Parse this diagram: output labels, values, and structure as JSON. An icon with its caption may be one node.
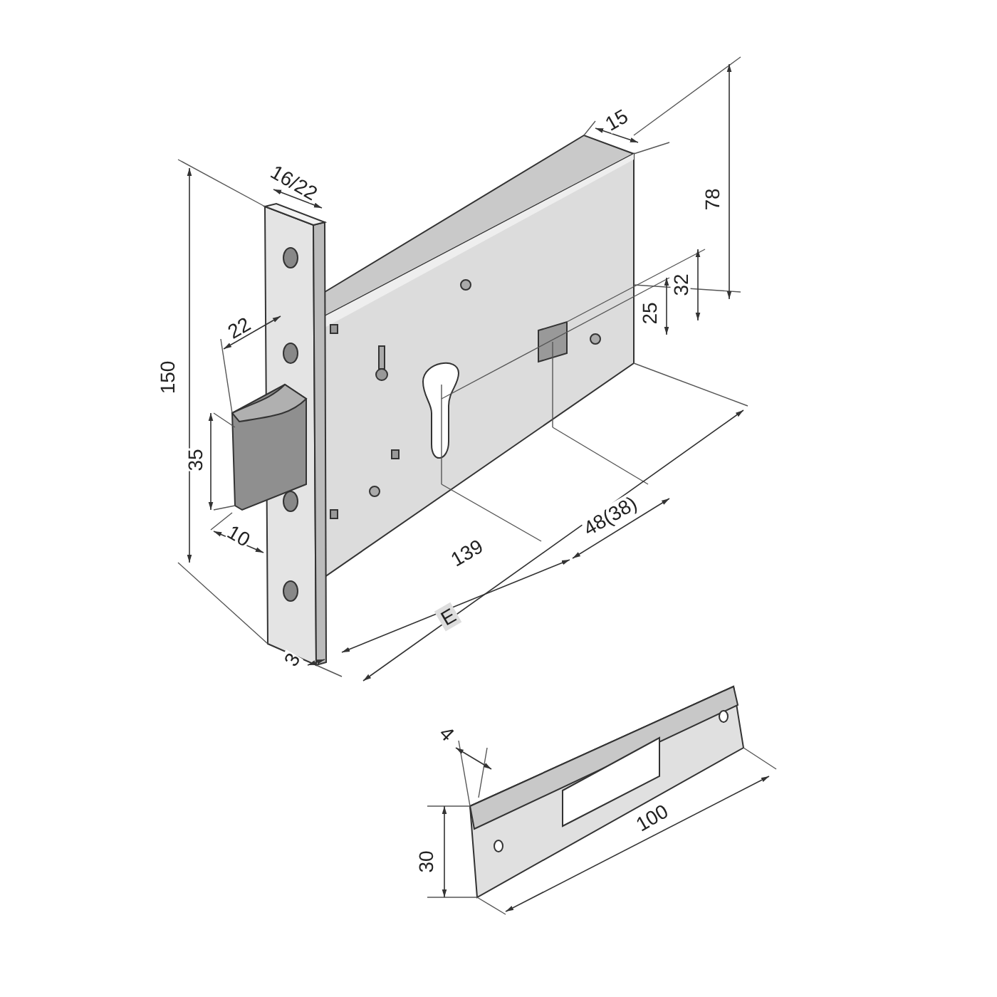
{
  "diagram": {
    "labels": [
      "15",
      "78",
      "16/22",
      "150",
      "22",
      "32",
      "25",
      "35",
      "10",
      "139",
      "48(38)",
      "E",
      "3",
      "4",
      "100",
      "30"
    ]
  }
}
